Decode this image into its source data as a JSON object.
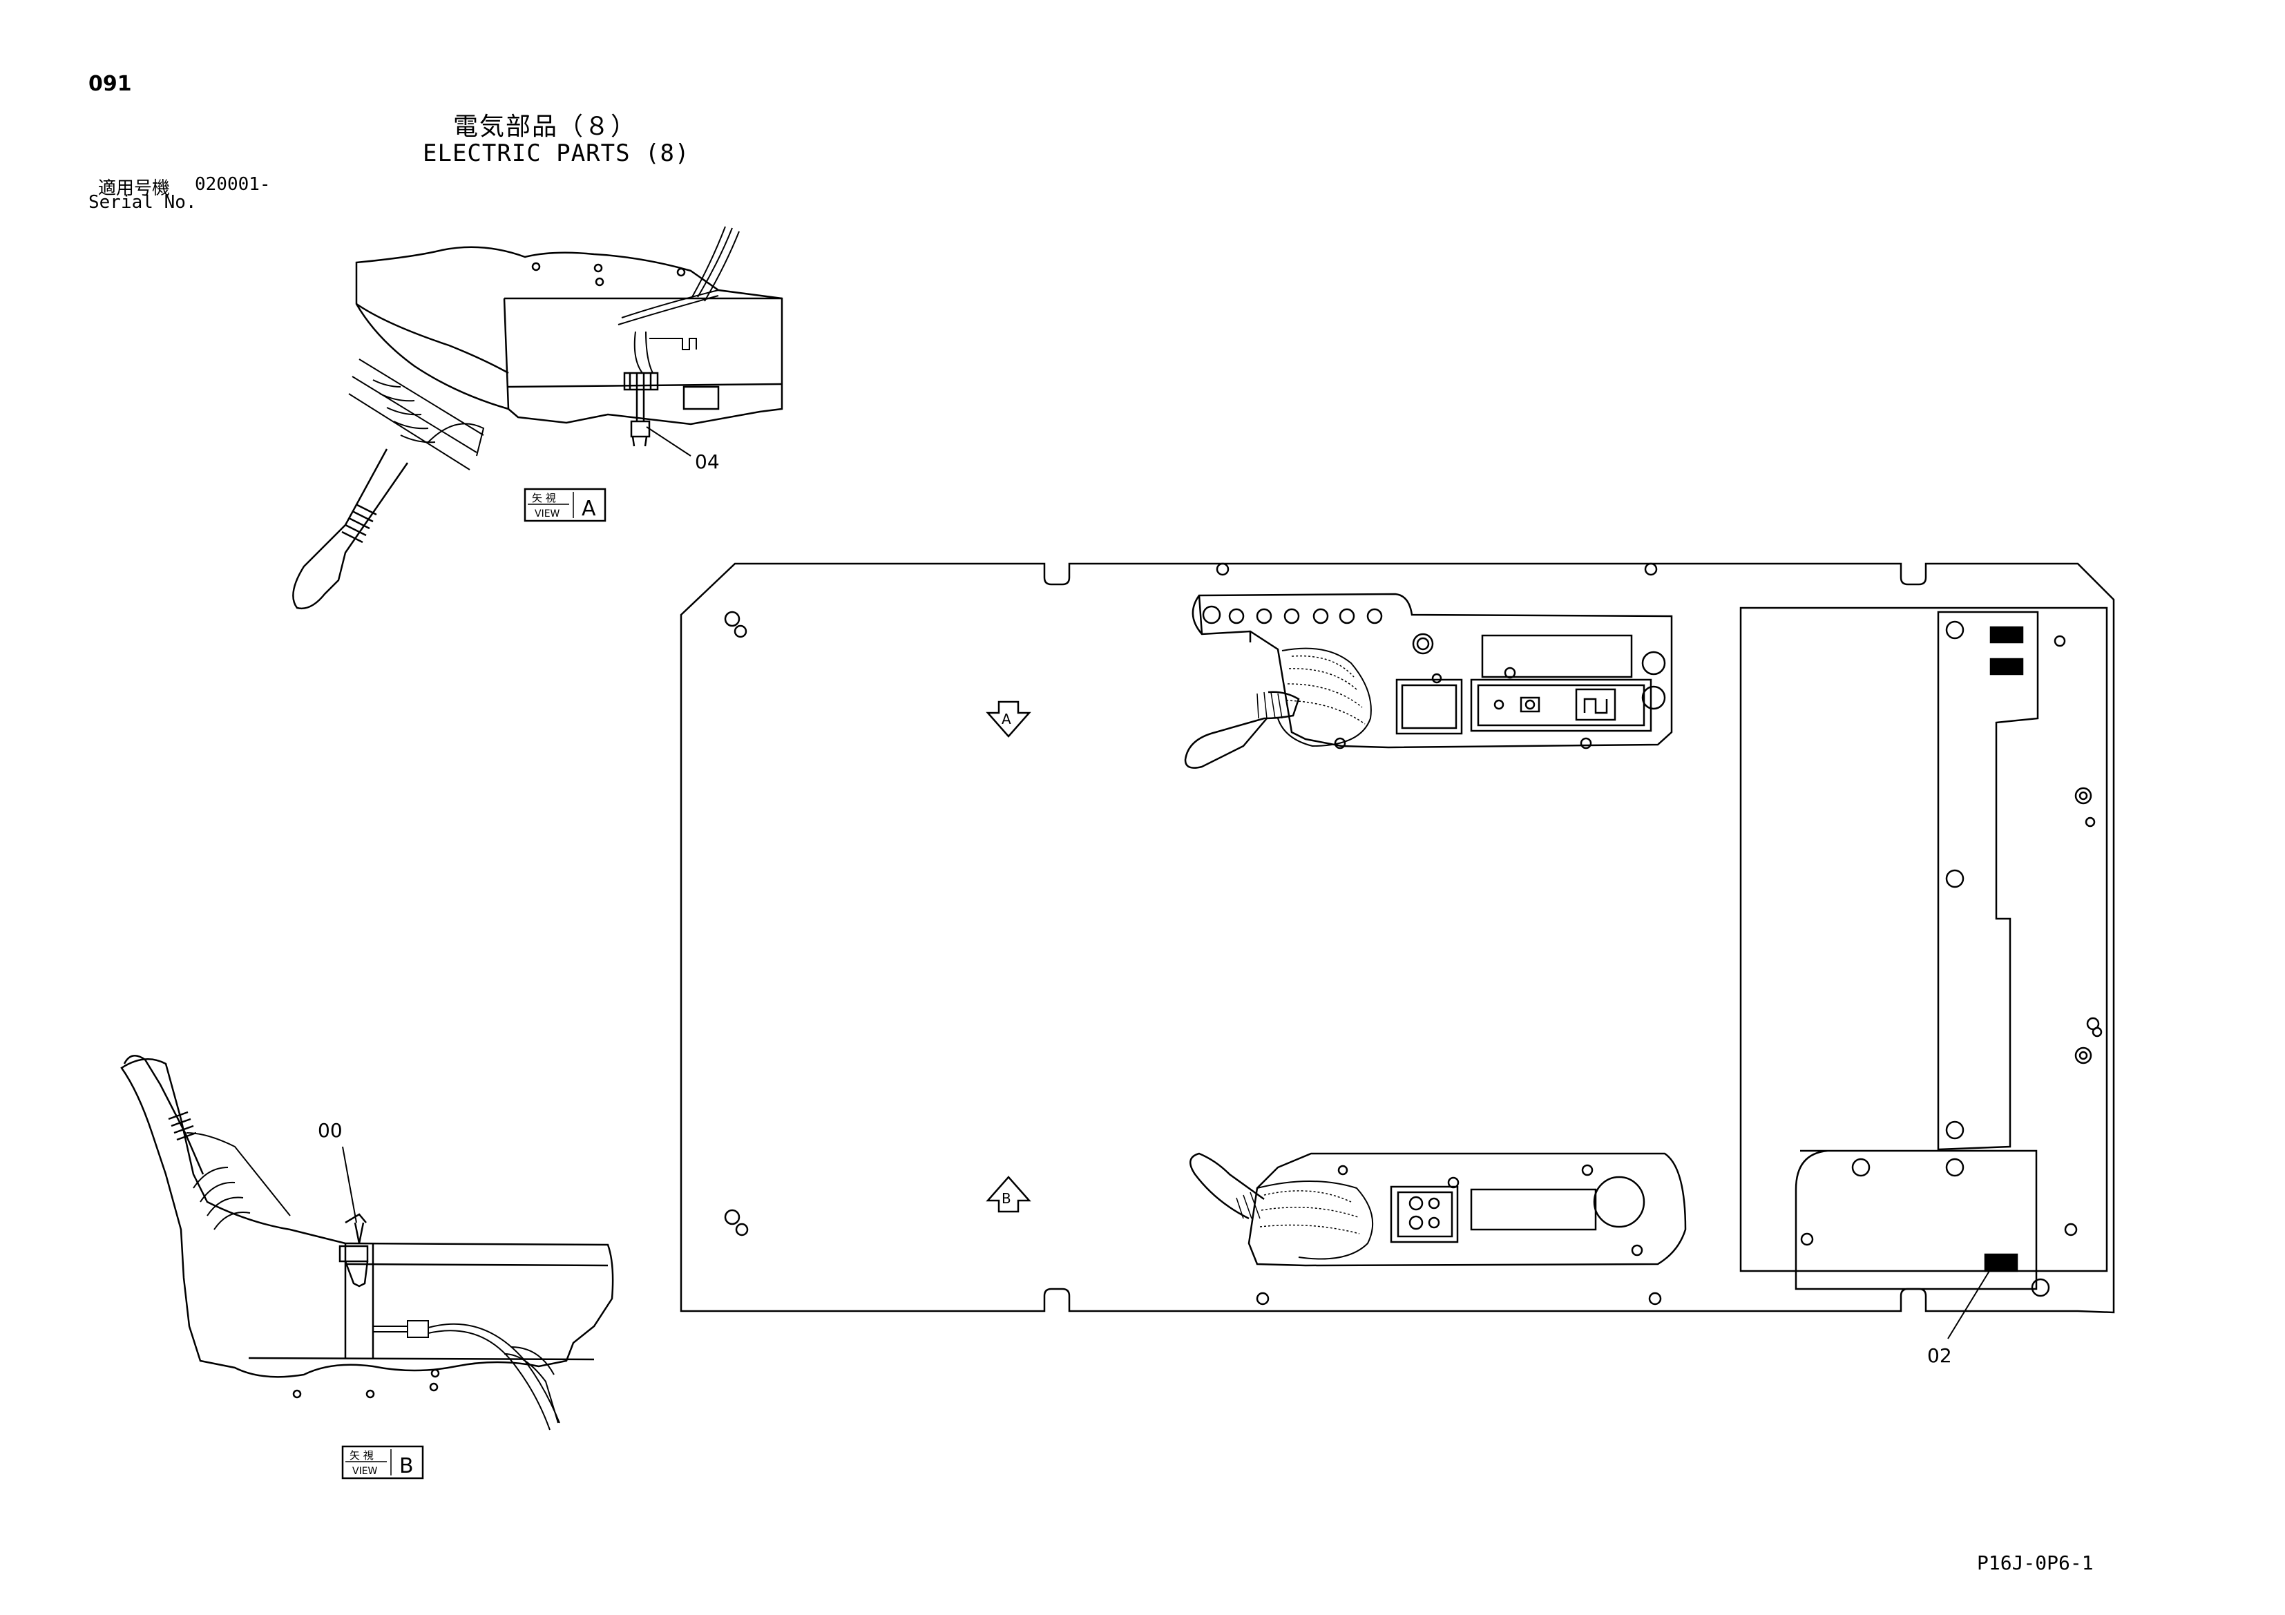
{
  "page": {
    "number": "091",
    "title_jp": "電気部品（８）",
    "title_en": "ELECTRIC PARTS (8)",
    "serial_label_jp": "適用号機",
    "serial_value": "020001-",
    "serial_label_en": "Serial No.",
    "drawing_code": "P16J-0P6-1"
  },
  "views": {
    "a": {
      "label_jp": "矢 視",
      "label_en": "VIEW",
      "letter": "A"
    },
    "b": {
      "label_jp": "矢 視",
      "label_en": "VIEW",
      "letter": "B"
    }
  },
  "markers": {
    "a": "A",
    "b": "B"
  },
  "callouts": {
    "c04": "04",
    "c00": "00",
    "c02": "02"
  },
  "colors": {
    "line": "#000000",
    "background": "#ffffff"
  }
}
